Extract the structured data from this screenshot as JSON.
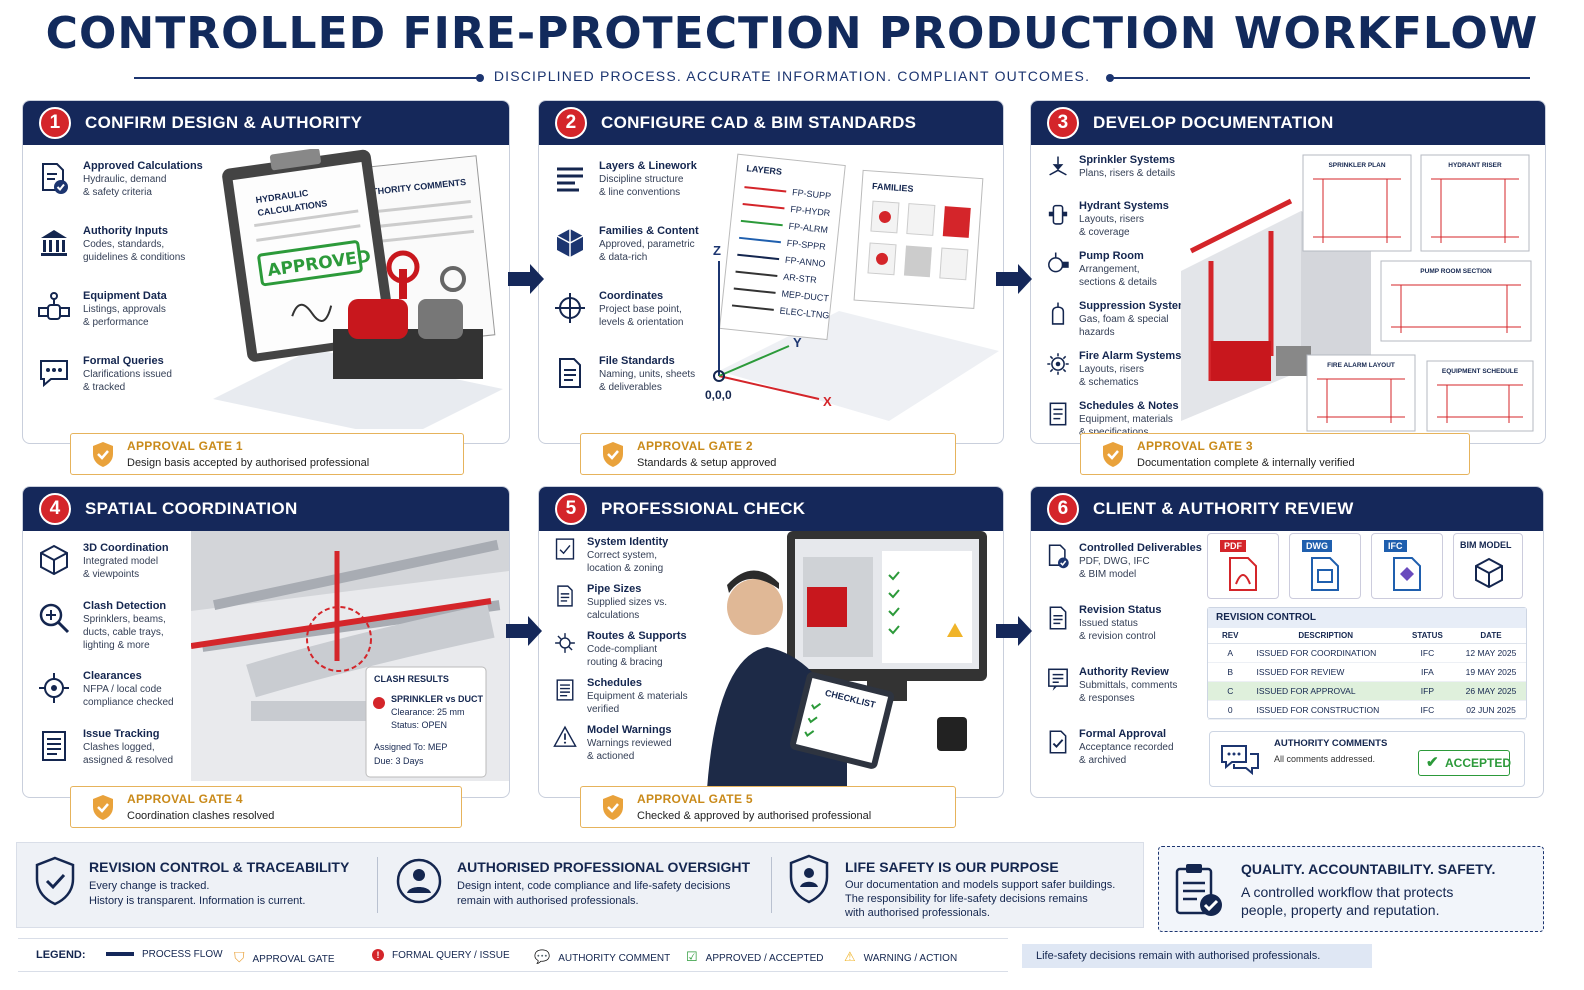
{
  "title": "CONTROLLED FIRE-PROTECTION PRODUCTION WORKFLOW",
  "subtitle": "DISCIPLINED PROCESS.   ACCURATE INFORMATION.   COMPLIANT OUTCOMES.",
  "colors": {
    "navy": "#15285a",
    "red": "#d4252a",
    "gold": "#c98a1a",
    "green": "#2c9a3a"
  },
  "panels": [
    {
      "num": "1",
      "title": "CONFIRM DESIGN & AUTHORITY",
      "items": [
        {
          "title": "Approved Calculations",
          "desc": "Hydraulic, demand\n& safety criteria",
          "icon": "document-check-icon"
        },
        {
          "title": "Authority Inputs",
          "desc": "Codes, standards,\nguidelines & conditions",
          "icon": "building-icon"
        },
        {
          "title": "Equipment Data",
          "desc": "Listings, approvals\n& performance",
          "icon": "valve-icon"
        },
        {
          "title": "Formal Queries",
          "desc": "Clarifications issued\n& tracked",
          "icon": "chat-icon"
        }
      ],
      "gate": {
        "title": "APPROVAL GATE 1",
        "desc": "Design basis accepted by authorised professional"
      },
      "art": {
        "clipboard_title": "HYDRAULIC\nCALCULATIONS",
        "stamp": "APPROVED",
        "sheet_title": "AUTHORITY COMMENTS"
      }
    },
    {
      "num": "2",
      "title": "CONFIGURE CAD & BIM STANDARDS",
      "items": [
        {
          "title": "Layers & Linework",
          "desc": "Discipline structure\n& line conventions",
          "icon": "layers-icon"
        },
        {
          "title": "Families & Content",
          "desc": "Approved, parametric\n& data-rich",
          "icon": "cube-icon"
        },
        {
          "title": "Coordinates",
          "desc": "Project base point,\nlevels & orientation",
          "icon": "crosshair-icon"
        },
        {
          "title": "File Standards",
          "desc": "Naming, units, sheets\n& deliverables",
          "icon": "file-icon"
        }
      ],
      "gate": {
        "title": "APPROVAL GATE 2",
        "desc": "Standards & setup approved"
      },
      "art": {
        "layers_title": "LAYERS",
        "layers": [
          "FP-SUPP",
          "FP-HYDR",
          "FP-ALRM",
          "FP-SPPR",
          "FP-ANNO",
          "AR-STR",
          "MEP-DUCT",
          "ELEC-LTNG"
        ],
        "families_title": "FAMILIES",
        "axis_z": "Z",
        "axis_y": "Y",
        "axis_x": "X",
        "origin": "0,0,0"
      }
    },
    {
      "num": "3",
      "title": "DEVELOP DOCUMENTATION",
      "items": [
        {
          "title": "Sprinkler Systems",
          "desc": "Plans, risers & details",
          "icon": "sprinkler-icon"
        },
        {
          "title": "Hydrant Systems",
          "desc": "Layouts, risers\n& coverage",
          "icon": "hydrant-icon"
        },
        {
          "title": "Pump Room",
          "desc": "Arrangement,\nsections & details",
          "icon": "pump-icon"
        },
        {
          "title": "Suppression Systems",
          "desc": "Gas, foam & special\nhazards",
          "icon": "extinguisher-icon"
        },
        {
          "title": "Fire Alarm Systems",
          "desc": "Layouts, risers\n& schematics",
          "icon": "alarm-icon"
        },
        {
          "title": "Schedules & Notes",
          "desc": "Equipment, materials\n& specifications",
          "icon": "notes-icon"
        }
      ],
      "gate": {
        "title": "APPROVAL GATE 3",
        "desc": "Documentation complete & internally verified"
      },
      "art": {
        "sheets": [
          "SPRINKLER PLAN",
          "HYDRANT RISER",
          "PUMP ROOM SECTION",
          "FIRE ALARM LAYOUT",
          "EQUIPMENT SCHEDULE"
        ]
      }
    },
    {
      "num": "4",
      "title": "SPATIAL COORDINATION",
      "items": [
        {
          "title": "3D Coordination",
          "desc": "Integrated model\n& viewpoints",
          "icon": "cube-icon"
        },
        {
          "title": "Clash Detection",
          "desc": "Sprinklers, beams,\nducts, cable trays,\nlighting & more",
          "icon": "magnifier-icon"
        },
        {
          "title": "Clearances",
          "desc": "NFPA / local code\ncompliance checked",
          "icon": "target-icon"
        },
        {
          "title": "Issue Tracking",
          "desc": "Clashes logged,\nassigned & resolved",
          "icon": "list-icon"
        }
      ],
      "gate": {
        "title": "APPROVAL GATE 4",
        "desc": "Coordination clashes resolved"
      },
      "art": {
        "clash_title": "CLASH RESULTS",
        "clash_item": "SPRINKLER vs DUCT",
        "clearance": "Clearance: 25 mm",
        "status": "Status: OPEN",
        "assigned": "Assigned To: MEP",
        "due": "Due: 3 Days"
      }
    },
    {
      "num": "5",
      "title": "PROFESSIONAL CHECK",
      "items": [
        {
          "title": "System Identity",
          "desc": "Correct system,\nlocation & zoning",
          "icon": "id-icon"
        },
        {
          "title": "Pipe Sizes",
          "desc": "Supplied sizes vs.\ncalculations",
          "icon": "file-icon"
        },
        {
          "title": "Routes & Supports",
          "desc": "Code-compliant\nrouting & bracing",
          "icon": "route-icon"
        },
        {
          "title": "Schedules",
          "desc": "Equipment & materials\nverified",
          "icon": "list-icon"
        },
        {
          "title": "Model Warnings",
          "desc": "Warnings reviewed\n& actioned",
          "icon": "warning-icon"
        }
      ],
      "gate": {
        "title": "APPROVAL GATE 5",
        "desc": "Checked & approved by authorised professional"
      },
      "art": {
        "checklist": "CHECKLIST"
      }
    },
    {
      "num": "6",
      "title": "CLIENT & AUTHORITY REVIEW",
      "items": [
        {
          "title": "Controlled Deliverables",
          "desc": "PDF, DWG, IFC\n& BIM model",
          "icon": "document-check-icon"
        },
        {
          "title": "Revision Status",
          "desc": "Issued status\n& revision control",
          "icon": "file-icon"
        },
        {
          "title": "Authority Review",
          "desc": "Submittals, comments\n& responses",
          "icon": "review-icon"
        },
        {
          "title": "Formal Approval",
          "desc": "Acceptance recorded\n& archived",
          "icon": "check-doc-icon"
        }
      ],
      "deliverables": [
        "PDF",
        "DWG",
        "IFC",
        "BIM MODEL"
      ],
      "revision": {
        "title": "REVISION CONTROL",
        "headers": [
          "REV",
          "DESCRIPTION",
          "STATUS",
          "DATE"
        ],
        "rows": [
          [
            "A",
            "ISSUED FOR COORDINATION",
            "IFC",
            "12 MAY 2025"
          ],
          [
            "B",
            "ISSUED FOR REVIEW",
            "IFA",
            "19 MAY 2025"
          ],
          [
            "C",
            "ISSUED FOR APPROVAL",
            "IFP",
            "26 MAY 2025"
          ],
          [
            "0",
            "ISSUED FOR CONSTRUCTION",
            "IFC",
            "02 JUN 2025"
          ]
        ]
      },
      "comments": {
        "title": "AUTHORITY COMMENTS",
        "desc": "All comments addressed.",
        "status": "ACCEPTED"
      }
    }
  ],
  "bottom": [
    {
      "title": "REVISION CONTROL & TRACEABILITY",
      "desc": "Every change is tracked.\nHistory is transparent.   Information is current."
    },
    {
      "title": "AUTHORISED PROFESSIONAL OVERSIGHT",
      "desc": "Design intent, code compliance and life-safety decisions\nremain with authorised professionals."
    },
    {
      "title": "LIFE SAFETY IS OUR PURPOSE",
      "desc": "Our documentation and models support safer buildings.\nThe responsibility for life-safety decisions remains\nwith authorised professionals."
    }
  ],
  "quality": {
    "title": "QUALITY.   ACCOUNTABILITY.   SAFETY.",
    "desc": "A controlled workflow that protects\npeople, property and reputation."
  },
  "legend": {
    "label": "LEGEND:",
    "items": [
      "PROCESS FLOW",
      "APPROVAL GATE",
      "FORMAL QUERY / ISSUE",
      "AUTHORITY COMMENT",
      "APPROVED / ACCEPTED",
      "WARNING / ACTION"
    ]
  },
  "note": "Life-safety decisions remain with authorised professionals."
}
